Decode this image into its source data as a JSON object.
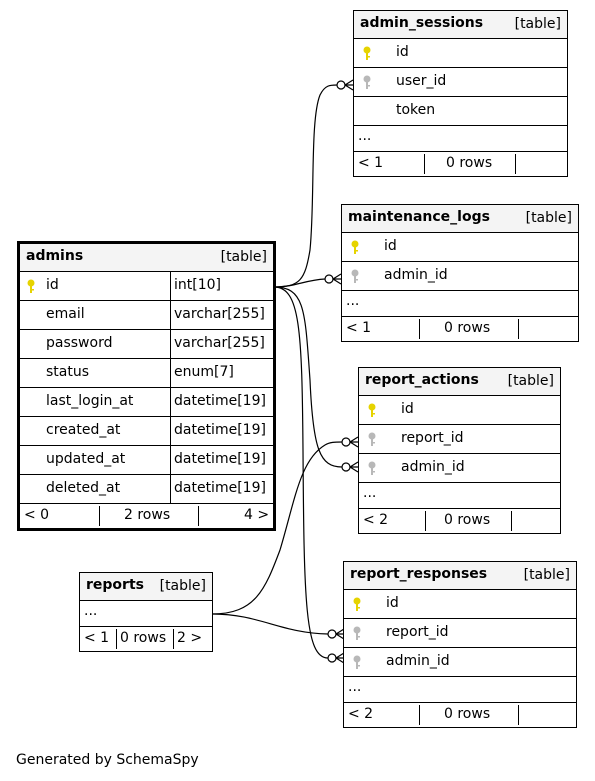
{
  "colors": {
    "primary_key": "#e6d300",
    "foreign_key": "#b8b8b8",
    "header_bg": "#f4f4f4"
  },
  "admins": {
    "name": "admins",
    "kind": "[table]",
    "rows": [
      {
        "name": "id",
        "type": "int[10]",
        "key": "primary-key"
      },
      {
        "name": "email",
        "type": "varchar[255]",
        "key": ""
      },
      {
        "name": "password",
        "type": "varchar[255]",
        "key": ""
      },
      {
        "name": "status",
        "type": "enum[7]",
        "key": ""
      },
      {
        "name": "last_login_at",
        "type": "datetime[19]",
        "key": ""
      },
      {
        "name": "created_at",
        "type": "datetime[19]",
        "key": ""
      },
      {
        "name": "updated_at",
        "type": "datetime[19]",
        "key": ""
      },
      {
        "name": "deleted_at",
        "type": "datetime[19]",
        "key": ""
      }
    ],
    "footer": {
      "parents": "< 0",
      "rows": "2 rows",
      "children": "4 >"
    }
  },
  "admin_sessions": {
    "name": "admin_sessions",
    "kind": "[table]",
    "rows": [
      {
        "name": "id",
        "key": "primary-key"
      },
      {
        "name": "user_id",
        "key": "foreign-key"
      },
      {
        "name": "token",
        "key": ""
      }
    ],
    "more": "...",
    "footer": {
      "parents": "< 1",
      "rows": "0 rows",
      "children": ""
    }
  },
  "maintenance_logs": {
    "name": "maintenance_logs",
    "kind": "[table]",
    "rows": [
      {
        "name": "id",
        "key": "primary-key"
      },
      {
        "name": "admin_id",
        "key": "foreign-key"
      }
    ],
    "more": "...",
    "footer": {
      "parents": "< 1",
      "rows": "0 rows",
      "children": ""
    }
  },
  "report_actions": {
    "name": "report_actions",
    "kind": "[table]",
    "rows": [
      {
        "name": "id",
        "key": "primary-key"
      },
      {
        "name": "report_id",
        "key": "foreign-key"
      },
      {
        "name": "admin_id",
        "key": "foreign-key"
      }
    ],
    "more": "...",
    "footer": {
      "parents": "< 2",
      "rows": "0 rows",
      "children": ""
    }
  },
  "report_responses": {
    "name": "report_responses",
    "kind": "[table]",
    "rows": [
      {
        "name": "id",
        "key": "primary-key"
      },
      {
        "name": "report_id",
        "key": "foreign-key"
      },
      {
        "name": "admin_id",
        "key": "foreign-key"
      }
    ],
    "more": "...",
    "footer": {
      "parents": "< 2",
      "rows": "0 rows",
      "children": ""
    }
  },
  "reports": {
    "name": "reports",
    "kind": "[table]",
    "more": "...",
    "footer": {
      "parents": "< 1",
      "rows": "0 rows",
      "children": "2 >"
    }
  },
  "generated_by": "Generated by SchemaSpy"
}
